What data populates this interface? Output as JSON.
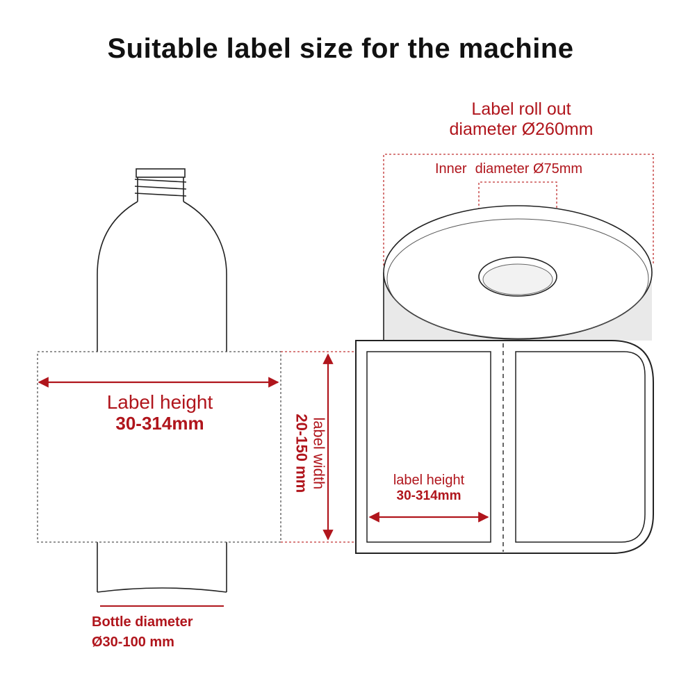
{
  "title": "Suitable label size for the machine",
  "colors": {
    "accent": "#b0151c",
    "outline": "#222222",
    "roll_side": "#e9e9e9"
  },
  "roll": {
    "outer_line1": "Label roll out",
    "outer_line2": "diameter Ø260mm",
    "inner_part1": "Inner",
    "inner_part2": "diameter Ø75mm"
  },
  "bottle_label": {
    "height_title": "Label height",
    "height_value": "30-314mm"
  },
  "width_dim": {
    "title": "label width",
    "value": "20-150 mm"
  },
  "strip_label": {
    "height_title": "label height",
    "height_value": "30-314mm"
  },
  "bottle": {
    "diameter_title": "Bottle diameter",
    "diameter_value": "Ø30-100 mm"
  }
}
